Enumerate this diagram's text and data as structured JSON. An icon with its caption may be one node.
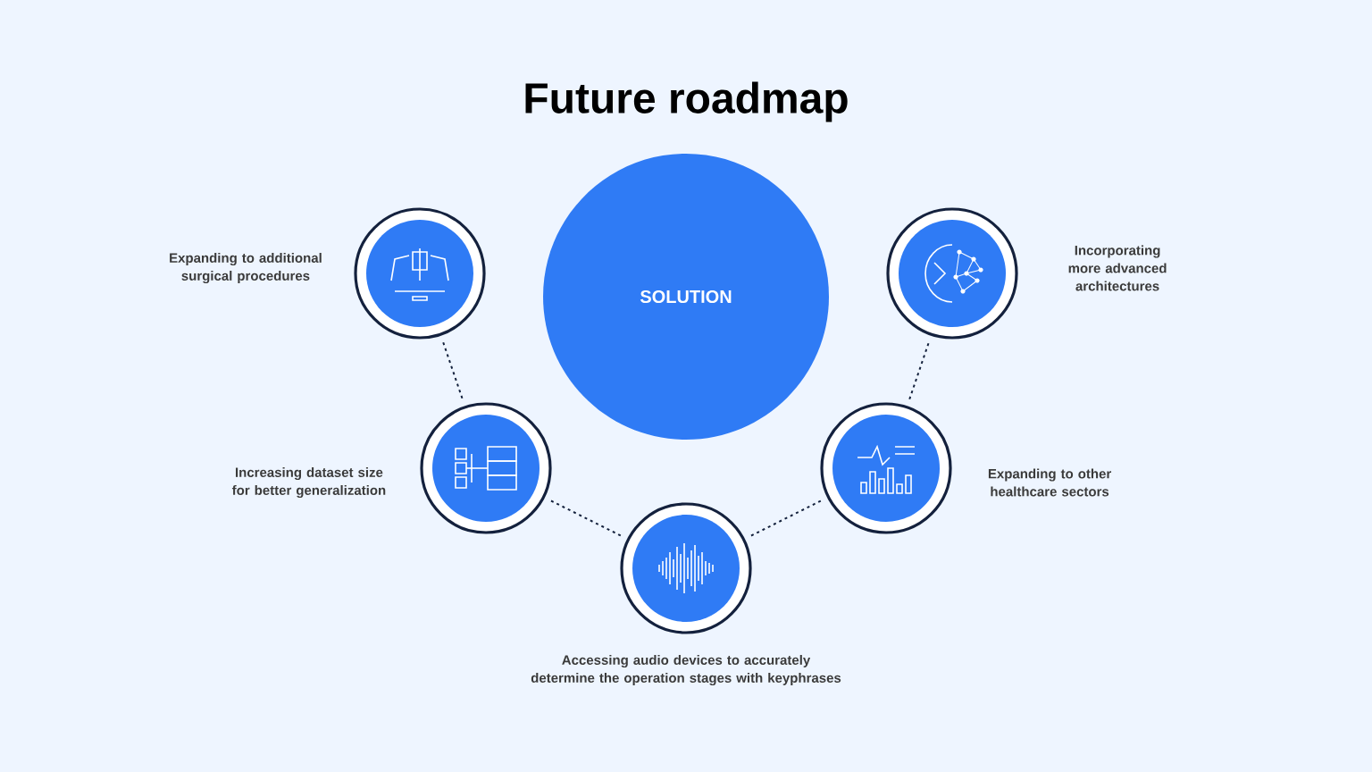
{
  "diagram": {
    "title": "Future roadmap",
    "nodes": [
      {
        "text": [
          "SOLUTION"
        ]
      },
      {
        "text": [],
        "shape": "circle",
        "beside": [
          "Expanding to additional surgical procedures"
        ]
      },
      {
        "text": [],
        "shape": "circle",
        "beside": [
          "Increasing dataset size for better generalization"
        ]
      },
      {
        "text": [],
        "shape": "circle",
        "beside": [
          "Accessing audio devices to accurately determine the operation stages with keyphrases"
        ]
      },
      {
        "text": [],
        "shape": "circle",
        "beside": [
          "Expanding to other healthcare sectors"
        ]
      },
      {
        "text": [],
        "shape": "circle",
        "beside": [
          "Incorporating more advanced architectures"
        ]
      }
    ],
    "edges": [
      {
        "from": 1,
        "to": 2,
        "arrow": "none",
        "style": "dashed"
      },
      {
        "from": 2,
        "to": 3,
        "arrow": "none",
        "style": "dashed"
      },
      {
        "from": 3,
        "to": 4,
        "arrow": "none",
        "style": "dashed"
      },
      {
        "from": 4,
        "to": 5,
        "arrow": "none",
        "style": "dashed"
      }
    ]
  }
}
